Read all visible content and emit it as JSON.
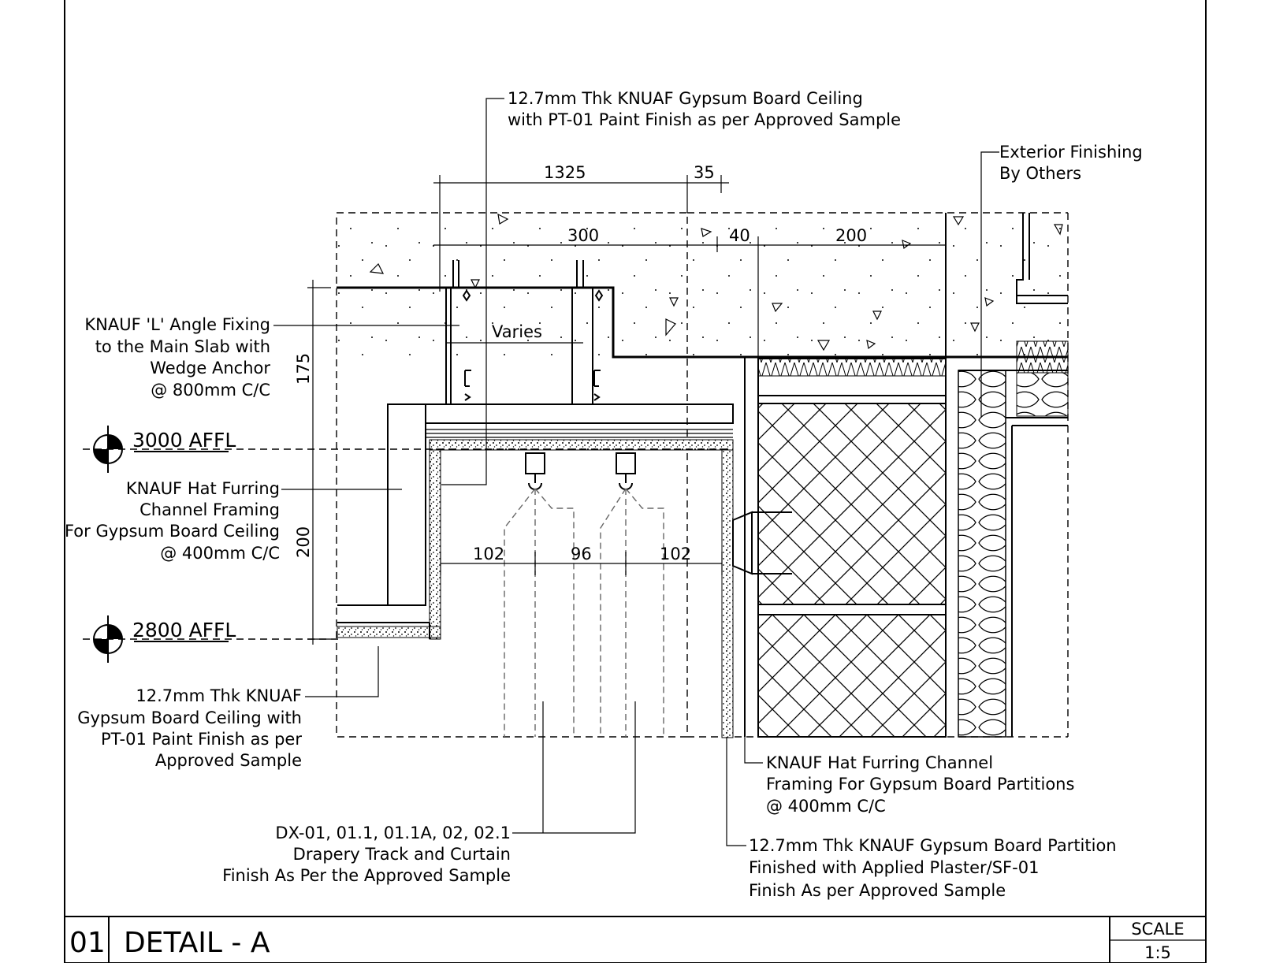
{
  "levels": {
    "upper": "3000 AFFL",
    "lower": "2800 AFFL"
  },
  "dimensions": {
    "d1325": "1325",
    "d35": "35",
    "d300": "300",
    "d40": "40",
    "d200_top": "200",
    "varies": "Varies",
    "d175": "175",
    "d200_side": "200",
    "d102_left": "102",
    "d96": "96",
    "d102_right": "102"
  },
  "notes": {
    "ceiling_top": [
      "12.7mm Thk KNUAF Gypsum Board Ceiling",
      "with PT-01 Paint Finish as per Approved Sample"
    ],
    "exterior": [
      "Exterior Finishing",
      "By Others"
    ],
    "angle_fixing": [
      "KNAUF 'L' Angle Fixing",
      "to the Main Slab with",
      "Wedge Anchor",
      "@ 800mm C/C"
    ],
    "hat_furring_ceiling": [
      "KNAUF Hat Furring",
      "Channel Framing",
      "For Gypsum Board Ceiling",
      "@ 400mm C/C"
    ],
    "ceiling_lower": [
      "12.7mm Thk KNUAF",
      "Gypsum Board Ceiling with",
      "PT-01 Paint Finish as per",
      "Approved Sample"
    ],
    "drapery": [
      "DX-01, 01.1, 01.1A, 02, 02.1",
      "Drapery Track and Curtain",
      "Finish As Per the Approved Sample"
    ],
    "hat_furring_partition": [
      "KNAUF Hat Furring Channel",
      "Framing For Gypsum Board Partitions",
      "@ 400mm C/C"
    ],
    "partition": [
      "12.7mm Thk KNAUF Gypsum Board Partition",
      "Finished with Applied Plaster/SF-01",
      "Finish As per Approved Sample"
    ]
  },
  "title_block": {
    "number": "01",
    "name": "DETAIL - A",
    "scale_label": "SCALE",
    "scale_value": "1:5"
  }
}
